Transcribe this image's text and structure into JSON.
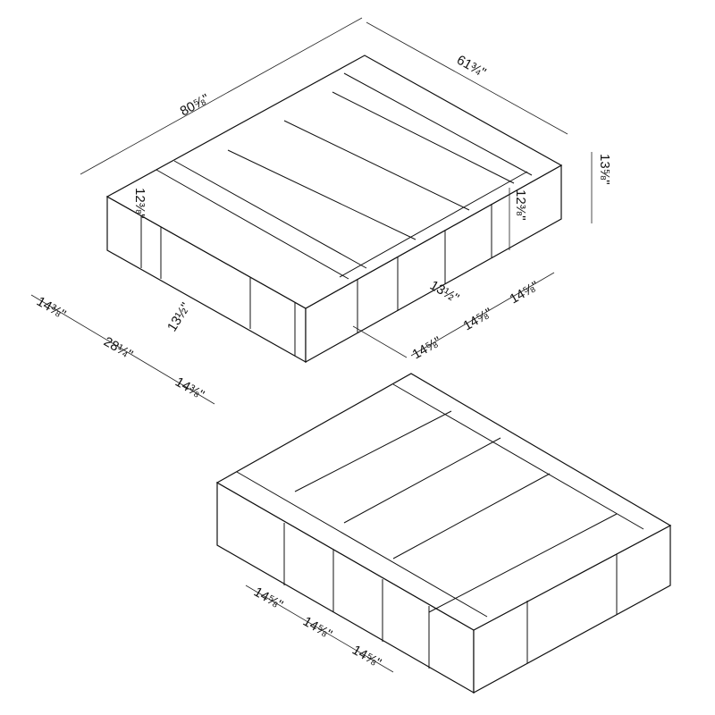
{
  "diagram": {
    "top_view": {
      "overall_length": "80⅝\"",
      "overall_width": "61¾\"",
      "overall_height": "13⅝\"",
      "inner_height_left": "12⅜\"",
      "inner_height_right": "12⅜\"",
      "cubby_depth_left": "13½\"",
      "cubby_depth_right": "13½\"",
      "left_widths": [
        "14⅜\"",
        "28¼\"",
        "14⅜\""
      ],
      "right_widths": [
        "14⅝\"",
        "14⅝\"",
        "14⅝\""
      ]
    },
    "bottom_view": {
      "widths": [
        "14⅝\"",
        "14⅝\"",
        "14⅝\""
      ]
    }
  }
}
